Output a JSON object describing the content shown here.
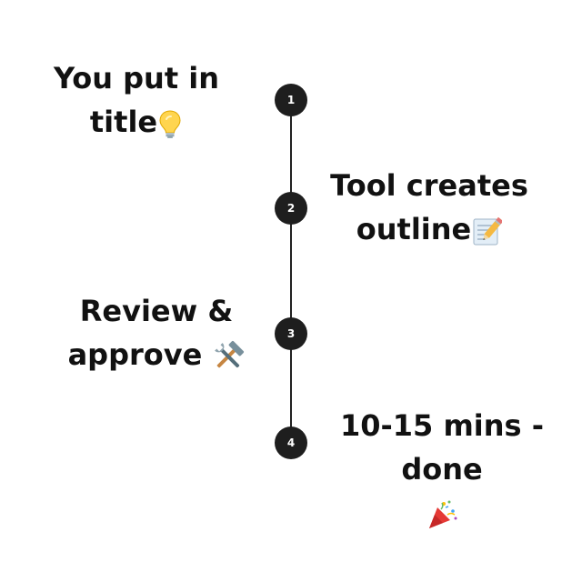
{
  "steps": [
    {
      "number": "1",
      "line1": "You put in",
      "line2": "title",
      "icon": "lightbulb-icon"
    },
    {
      "number": "2",
      "line1": "Tool creates",
      "line2": "outline",
      "icon": "memo-pencil-icon"
    },
    {
      "number": "3",
      "line1": "Review &",
      "line2": "approve",
      "icon": "hammer-wrench-icon"
    },
    {
      "number": "4",
      "line1": "10-15 mins - done",
      "line2": "",
      "icon": "party-popper-icon"
    }
  ],
  "colors": {
    "circle": "#1e1e1e",
    "line": "#222222",
    "text": "#111111",
    "background": "#ffffff"
  }
}
